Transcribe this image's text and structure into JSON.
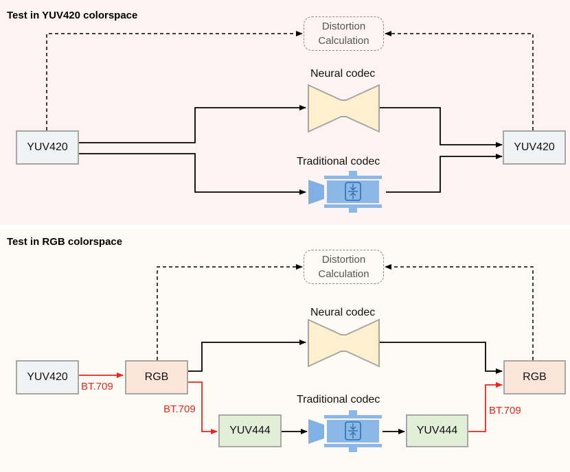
{
  "top": {
    "title": "Test in YUV420 colorspace",
    "distortion_line1": "Distortion",
    "distortion_line2": "Calculation",
    "neural_label": "Neural codec",
    "traditional_label": "Traditional codec",
    "input_box": "YUV420",
    "output_box": "YUV420"
  },
  "bottom": {
    "title": "Test in RGB colorspace",
    "distortion_line1": "Distortion",
    "distortion_line2": "Calculation",
    "neural_label": "Neural codec",
    "traditional_label": "Traditional codec",
    "input_box": "YUV420",
    "rgb_in_box": "RGB",
    "yuv444_in_box": "YUV444",
    "yuv444_out_box": "YUV444",
    "rgb_out_box": "RGB",
    "conv_label_1": "BT.709",
    "conv_label_2": "BT.709",
    "conv_label_3": "BT.709"
  },
  "colors": {
    "conversion_arrow": "#e8261f",
    "flow_arrow": "#000000",
    "neural_fill": "#fdf0cf",
    "traditional_fill": "#8bb8e6"
  }
}
